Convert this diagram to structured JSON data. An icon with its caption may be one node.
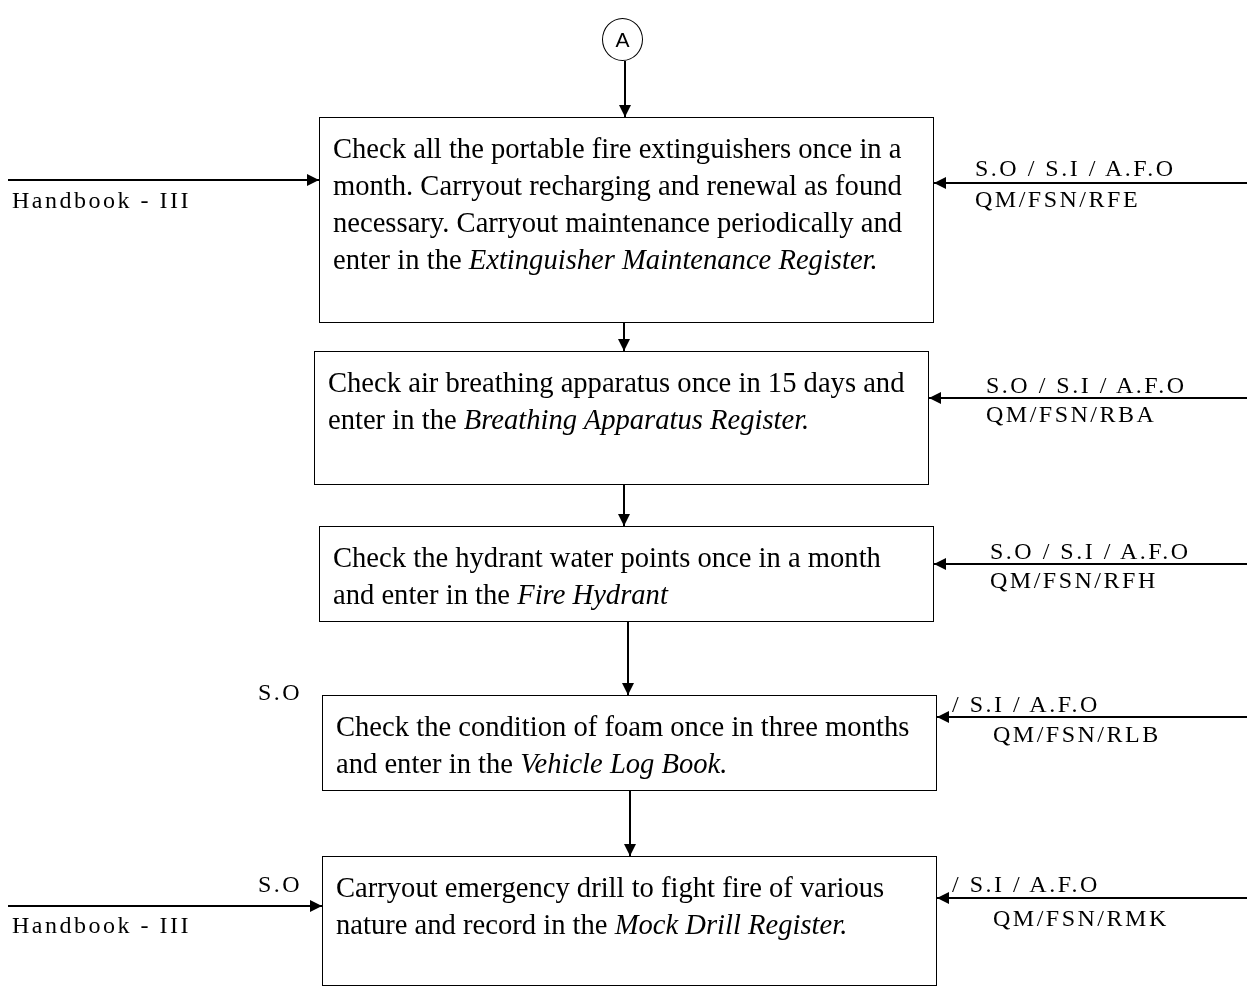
{
  "diagram": {
    "nodes": [
      {
        "text": [
          "A"
        ]
      },
      {
        "text": [
          "Check all the portable fire extinguishers once in a month. Carryout recharging and renewal as found necessary. Carryout maintenance periodically and enter in the *Extinguisher Maintenance Register.*"
        ]
      },
      {
        "text": [
          "Check air breathing apparatus once in 15 days and enter in the *Breathing Apparatus Register.*"
        ]
      },
      {
        "text": [
          "Check the hydrant water points once in a month and enter in the *Fire Hydrant*"
        ]
      },
      {
        "text": [
          "Check the condition of foam once in three months and enter in the *Vehicle Log Book.*"
        ]
      },
      {
        "text": [
          "Carryout emergency drill to fight fire of various nature and record in the *Mock Drill Register.*"
        ]
      }
    ],
    "edges": [
      {
        "from": 0,
        "to": 1,
        "arrow": "to"
      },
      {
        "from": 1,
        "to": 2,
        "arrow": "to"
      },
      {
        "from": 2,
        "to": 3,
        "arrow": "to"
      },
      {
        "from": 3,
        "to": 4,
        "arrow": "to"
      },
      {
        "from": 4,
        "to": 5,
        "arrow": "to"
      },
      {
        "from": null,
        "to": 1,
        "arrow": "to"
      },
      {
        "from": null,
        "to": 1,
        "arrow": "to"
      },
      {
        "from": null,
        "to": 2,
        "arrow": "to"
      },
      {
        "from": null,
        "to": 3,
        "arrow": "to"
      },
      {
        "from": null,
        "to": 4,
        "arrow": "to"
      },
      {
        "from": null,
        "to": 5,
        "arrow": "to"
      },
      {
        "from": null,
        "to": 5,
        "arrow": "to"
      }
    ],
    "labels": [
      "Handbook - III",
      "S.O / S.I / A.F.O",
      "QM/FSN/RFE",
      "S.O / S.I / A.F.O",
      "QM/FSN/RBA",
      "S.O / S.I / A.F.O",
      "QM/FSN/RFH",
      "S.O",
      "/ S.I / A.F.O",
      "QM/FSN/RLB",
      "S.O",
      "/ S.I / A.F.O",
      "Handbook - III",
      "QM/FSN/RMK"
    ]
  }
}
